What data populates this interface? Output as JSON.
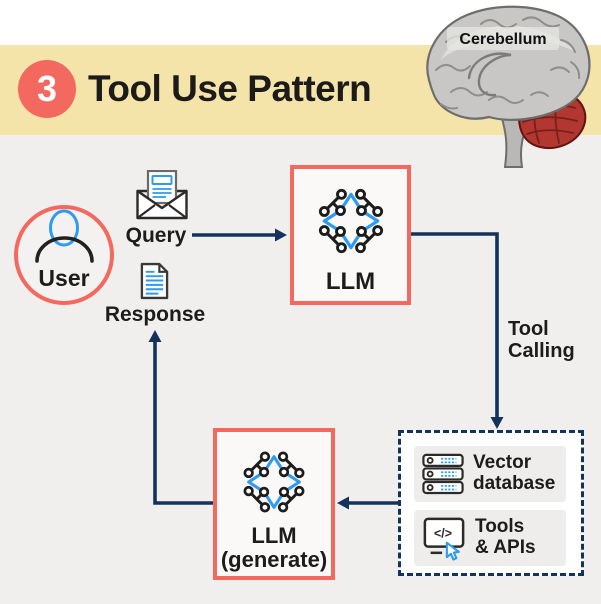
{
  "header": {
    "step_number": "3",
    "title": "Tool Use Pattern",
    "brain_caption": "Cerebellum"
  },
  "colors": {
    "accent_coral": "#f4695f",
    "arrow_navy": "#14335c",
    "icon_blue": "#2d9bf0",
    "banner_cream": "#f4e4a9",
    "background_gray": "#f0efee"
  },
  "nodes": {
    "user": {
      "label": "User"
    },
    "query": {
      "label": "Query"
    },
    "response": {
      "label": "Response"
    },
    "llm": {
      "label": "LLM"
    },
    "tool_calling": {
      "line1": "Tool",
      "line2": "Calling"
    },
    "vector_database": {
      "line1": "Vector",
      "line2": "database"
    },
    "tools_apis": {
      "line1": "Tools",
      "line2": "& APIs"
    },
    "llm_generate": {
      "line1": "LLM",
      "line2": "(generate)"
    }
  },
  "icons": {
    "code_glyph": "</>"
  }
}
